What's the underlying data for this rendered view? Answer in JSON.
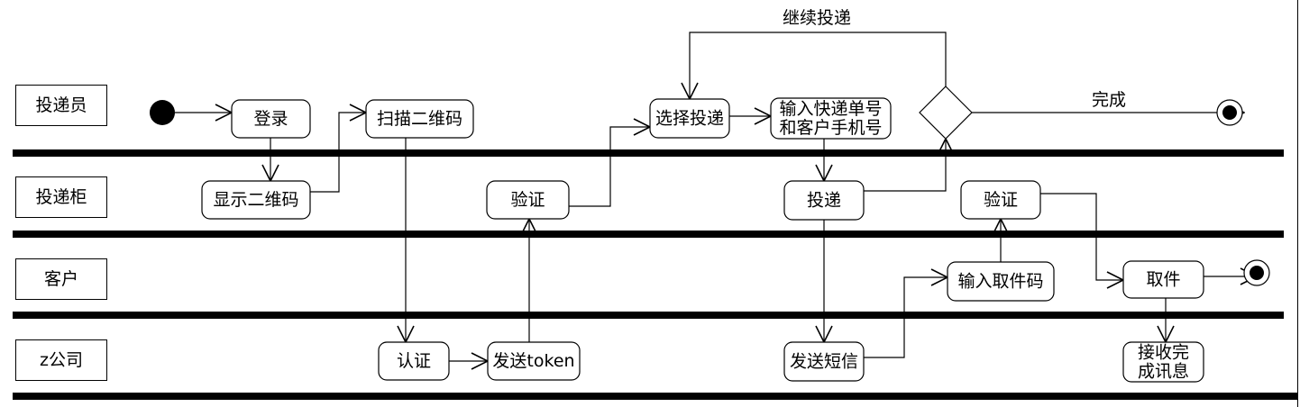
{
  "lanes": [
    {
      "id": "courier",
      "label": "投递员"
    },
    {
      "id": "locker",
      "label": "投递柜"
    },
    {
      "id": "customer",
      "label": "客户"
    },
    {
      "id": "company",
      "label": "z公司"
    }
  ],
  "nodes": {
    "login": {
      "label": "登录"
    },
    "show_qr": {
      "label": "显示二维码"
    },
    "scan_qr": {
      "label": "扫描二维码"
    },
    "authenticate": {
      "label": "认证"
    },
    "send_token": {
      "label": "发送token"
    },
    "verify1": {
      "label": "验证"
    },
    "select_delivery": {
      "label": "选择投递"
    },
    "enter_tracking": {
      "lines": [
        "输入快递单号",
        "和客户手机号"
      ]
    },
    "deliver": {
      "label": "投递"
    },
    "send_sms": {
      "label": "发送短信"
    },
    "enter_code": {
      "label": "输入取件码"
    },
    "verify2": {
      "label": "验证"
    },
    "pickup": {
      "label": "取件"
    },
    "receive_msg": {
      "lines": [
        "接收完",
        "成讯息"
      ]
    }
  },
  "edges": {
    "continue_label": "继续投递",
    "done_label": "完成"
  }
}
